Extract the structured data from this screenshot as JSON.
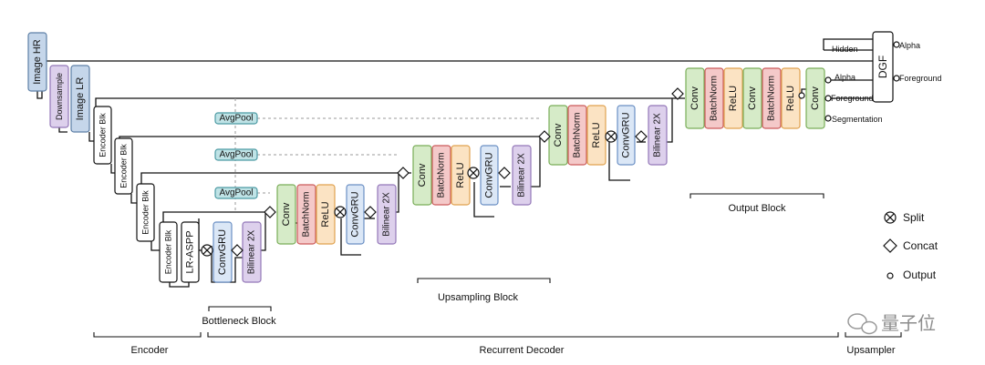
{
  "colors": {
    "blue_fill": "#c5d6ea",
    "blue_stroke": "#5d7fa6",
    "purple_fill": "#ddd0ec",
    "purple_stroke": "#9377b8",
    "green_fill": "#d6ebc8",
    "green_stroke": "#79ad58",
    "red_fill": "#f4c9c9",
    "red_stroke": "#cc5a5a",
    "orange_fill": "#fbe3c3",
    "orange_stroke": "#e0a24f",
    "conv_gru_fill": "#dbe7f6",
    "conv_gru_stroke": "#6a8fc4",
    "teal_fill": "#bfe3e6",
    "teal_stroke": "#4c9aa3",
    "line": "#111111",
    "dashed": "#999999"
  },
  "inputs": {
    "image_hr": "Image HR",
    "downsample": "Downsample",
    "image_lr": "Image LR"
  },
  "encoder": {
    "blocks": [
      "Encoder Blk",
      "Encoder Blk",
      "Encoder Blk",
      "Encoder Blk"
    ],
    "lr_aspp": "LR-ASPP"
  },
  "avgpool": [
    "AvgPool",
    "AvgPool",
    "AvgPool"
  ],
  "bottleneck": {
    "conv_gru": "ConvGRU",
    "bilinear": "Bilinear 2X"
  },
  "up_block": {
    "conv": "Conv",
    "batchnorm": "BatchNorm",
    "relu": "ReLU",
    "conv_gru": "ConvGRU",
    "bilinear": "Bilinear 2X"
  },
  "output_block": {
    "conv": "Conv",
    "batchnorm": "BatchNorm",
    "relu": "ReLU"
  },
  "dgf": "DGF",
  "side_labels": {
    "hidden": "Hidden",
    "alpha_in": "Alpha",
    "foreground_in": "Foreground",
    "segmentation": "Segmentation",
    "alpha_out": "Alpha",
    "foreground_out": "Foreground"
  },
  "brace_labels": {
    "bottleneck": "Bottleneck Block",
    "upsampling": "Upsampling Block",
    "output": "Output Block",
    "encoder": "Encoder",
    "recurrent_decoder": "Recurrent Decoder",
    "upsampler": "Upsampler"
  },
  "legend": {
    "split": "Split",
    "concat": "Concat",
    "output": "Output"
  },
  "watermark": "量子位"
}
